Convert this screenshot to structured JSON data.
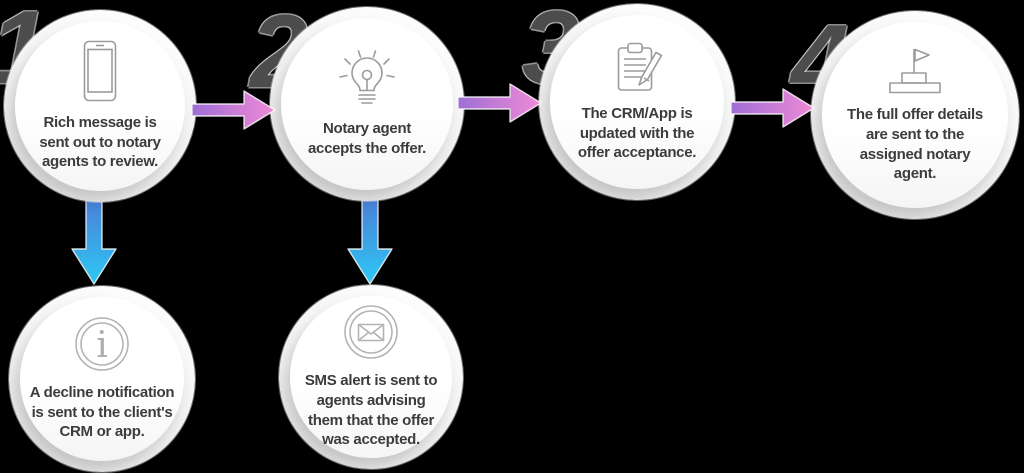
{
  "diagram": {
    "kind": "process-flow",
    "colors": {
      "background": "#000000",
      "circle_ring": "#ebebeb",
      "circle_fill": "#ffffff",
      "number_color": "#4c4c4c",
      "text_color": "#3c3c3c",
      "icon_stroke": "#9b9b9b",
      "arrow_horizontal_start": "#9f6ed6",
      "arrow_horizontal_end": "#ef8ad6",
      "arrow_vertical_start": "#4b7dd7",
      "arrow_vertical_end": "#2ec9f3"
    },
    "steps": [
      {
        "number": "1",
        "icon": "smartphone-icon",
        "text": "Rich message is\nsent out to notary\nagents to review."
      },
      {
        "number": "2",
        "icon": "lightbulb-icon",
        "text": "Notary agent\naccepts the offer."
      },
      {
        "number": "3",
        "icon": "clipboard-pencil-icon",
        "text": "The CRM/App is\nupdated with the\noffer acceptance."
      },
      {
        "number": "4",
        "icon": "milestone-flag-icon",
        "text": "The full offer details\nare sent to the\nassigned notary\nagent."
      }
    ],
    "branches": [
      {
        "from_step": "1",
        "icon": "info-icon",
        "text": "A decline notification\nis sent to the client's\nCRM or app."
      },
      {
        "from_step": "2",
        "icon": "envelope-icon",
        "text": "SMS alert is sent to\nagents advising\nthem that the offer\nwas accepted."
      }
    ]
  }
}
